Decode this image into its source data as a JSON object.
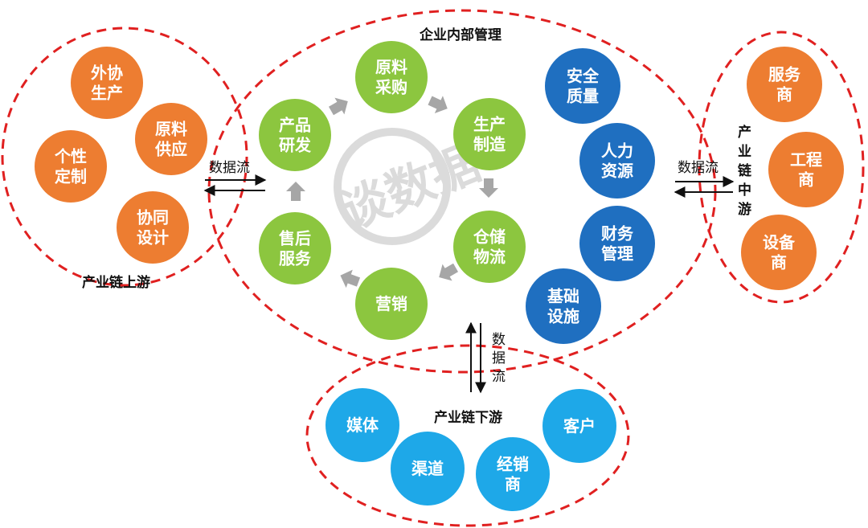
{
  "groups": {
    "internal": {
      "title": "企业内部管理"
    },
    "upstream": {
      "title": "产业链上游"
    },
    "midstream": {
      "title": "产业链中游"
    },
    "downstream": {
      "title": "产业链下游"
    }
  },
  "flow_label": "数据流",
  "watermark": {
    "text": "谈数据"
  },
  "nodes": {
    "waixie": {
      "lines": [
        "外协",
        "生产"
      ]
    },
    "yuanliao_gy": {
      "lines": [
        "原料",
        "供应"
      ]
    },
    "gexing": {
      "lines": [
        "个性",
        "定制"
      ]
    },
    "xietong": {
      "lines": [
        "协同",
        "设计"
      ]
    },
    "yuanliao_cg": {
      "lines": [
        "原料",
        "采购"
      ]
    },
    "chanpin": {
      "lines": [
        "产品",
        "研发"
      ]
    },
    "shengchan": {
      "lines": [
        "生产",
        "制造"
      ]
    },
    "shouhou": {
      "lines": [
        "售后",
        "服务"
      ]
    },
    "cangchu": {
      "lines": [
        "仓储",
        "物流"
      ]
    },
    "yingxiao": {
      "lines": [
        "营销"
      ]
    },
    "anquan": {
      "lines": [
        "安全",
        "质量"
      ]
    },
    "renli": {
      "lines": [
        "人力",
        "资源"
      ]
    },
    "caiwu": {
      "lines": [
        "财务",
        "管理"
      ]
    },
    "jichu": {
      "lines": [
        "基础",
        "设施"
      ]
    },
    "fuwu": {
      "lines": [
        "服务",
        "商"
      ]
    },
    "gongcheng": {
      "lines": [
        "工程",
        "商"
      ]
    },
    "shebei": {
      "lines": [
        "设备",
        "商"
      ]
    },
    "meiti": {
      "lines": [
        "媒体"
      ]
    },
    "qudao": {
      "lines": [
        "渠道"
      ]
    },
    "jingxiao": {
      "lines": [
        "经销",
        "商"
      ]
    },
    "kehu": {
      "lines": [
        "客户"
      ]
    }
  },
  "colors": {
    "orange": "#ED7D31",
    "green": "#8CC63F",
    "dark_blue": "#1F6FC0",
    "light_blue": "#1EA8E8",
    "dash_red": "#E02020",
    "arrow_gray": "#A6A6A6"
  }
}
